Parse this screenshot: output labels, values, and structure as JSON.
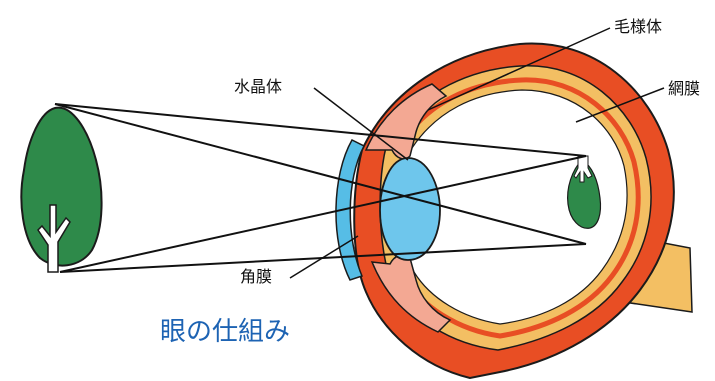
{
  "labels": {
    "ciliary_body": "毛様体",
    "lens": "水晶体",
    "retina": "網膜",
    "cornea": "角膜"
  },
  "title": "眼の仕組み",
  "colors": {
    "tree_green": "#2e8a4a",
    "cornea_blue": "#56bde6",
    "lens_blue": "#6ec6ec",
    "sclera_red": "#e84e24",
    "retina_yellow": "#f3bf63",
    "ciliary_pink": "#f3a893",
    "title_blue": "#1d63b3"
  }
}
